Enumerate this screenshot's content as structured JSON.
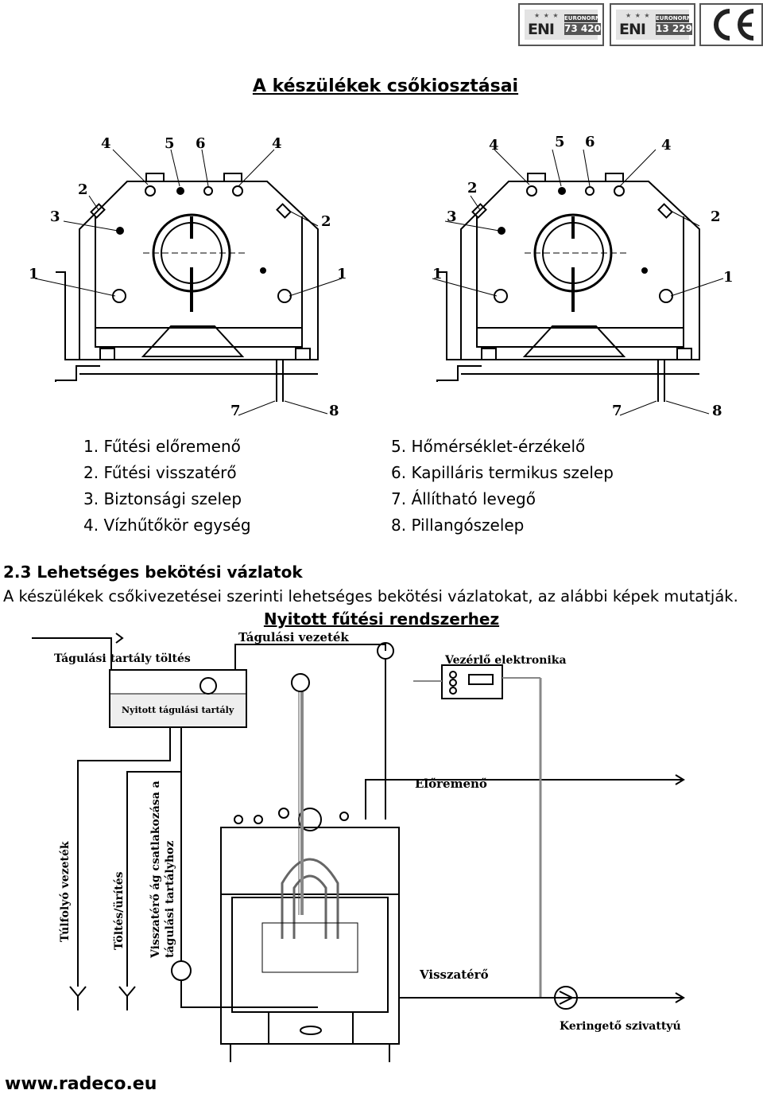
{
  "certification": {
    "badges": [
      {
        "brand": "ENI",
        "norm": "EURONORM",
        "code": "73 420"
      },
      {
        "brand": "ENI",
        "norm": "EURONORM",
        "code": "13 229"
      }
    ],
    "ce_mark": "CE"
  },
  "page_title": "A készülékek csőkiosztásai",
  "diagram_top": {
    "callout_numbers": [
      "1",
      "2",
      "3",
      "4",
      "5",
      "6",
      "7",
      "8"
    ]
  },
  "legend": {
    "left": [
      "1. Fűtési előremenő",
      "2. Fűtési visszatérő",
      "3. Biztonsági szelep",
      "4. Vízhűtőkör egység"
    ],
    "right": [
      "5. Hőmérséklet-érzékelő",
      "6. Kapilláris termikus szelep",
      "7. Állítható levegő",
      "8. Pillangószelep"
    ]
  },
  "section": {
    "heading": "2.3 Lehetséges bekötési vázlatok",
    "paragraph": "A készülékek csőkivezetései szerinti lehetséges bekötési vázlatokat, az alábbi képek mutatják.",
    "subtitle": "Nyitott fűtési rendszerhez"
  },
  "diagram_bottom": {
    "labels": {
      "expansion_pipe": "Tágulási vezeték",
      "tank_fill": "Tágulási tartály töltés",
      "open_tank": "Nyitott tágulási tartály",
      "controller": "Vezérlő elektronika",
      "flow": "Előremenő",
      "overflow": "Túlfolyó vezeték",
      "fill_drain": "Töltés/ürítés",
      "return_branch_1": "Visszatérő ág csatlakozása a",
      "return_branch_2": "tágulási tartályhoz",
      "return": "Visszatérő",
      "pump": "Keringető szivattyú"
    }
  },
  "footer": {
    "url": "www.radeco.eu"
  }
}
